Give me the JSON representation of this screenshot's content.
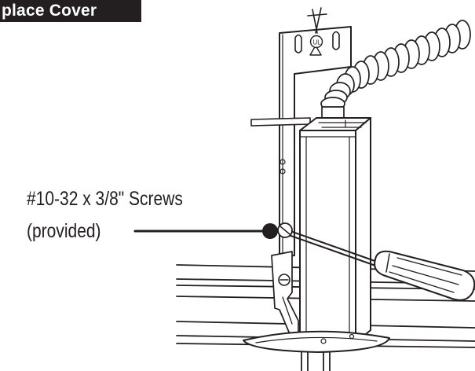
{
  "header": {
    "title": "place Cover"
  },
  "callout": {
    "line1": "#10-32 x 3/8\" Screws",
    "line2": "(provided)"
  },
  "colors": {
    "ink": "#231f20",
    "paper": "#ffffff",
    "header_bg": "#231f20",
    "header_text": "#ffffff"
  },
  "icons": {
    "ul_mark": "ul-listing-mark-icon"
  }
}
